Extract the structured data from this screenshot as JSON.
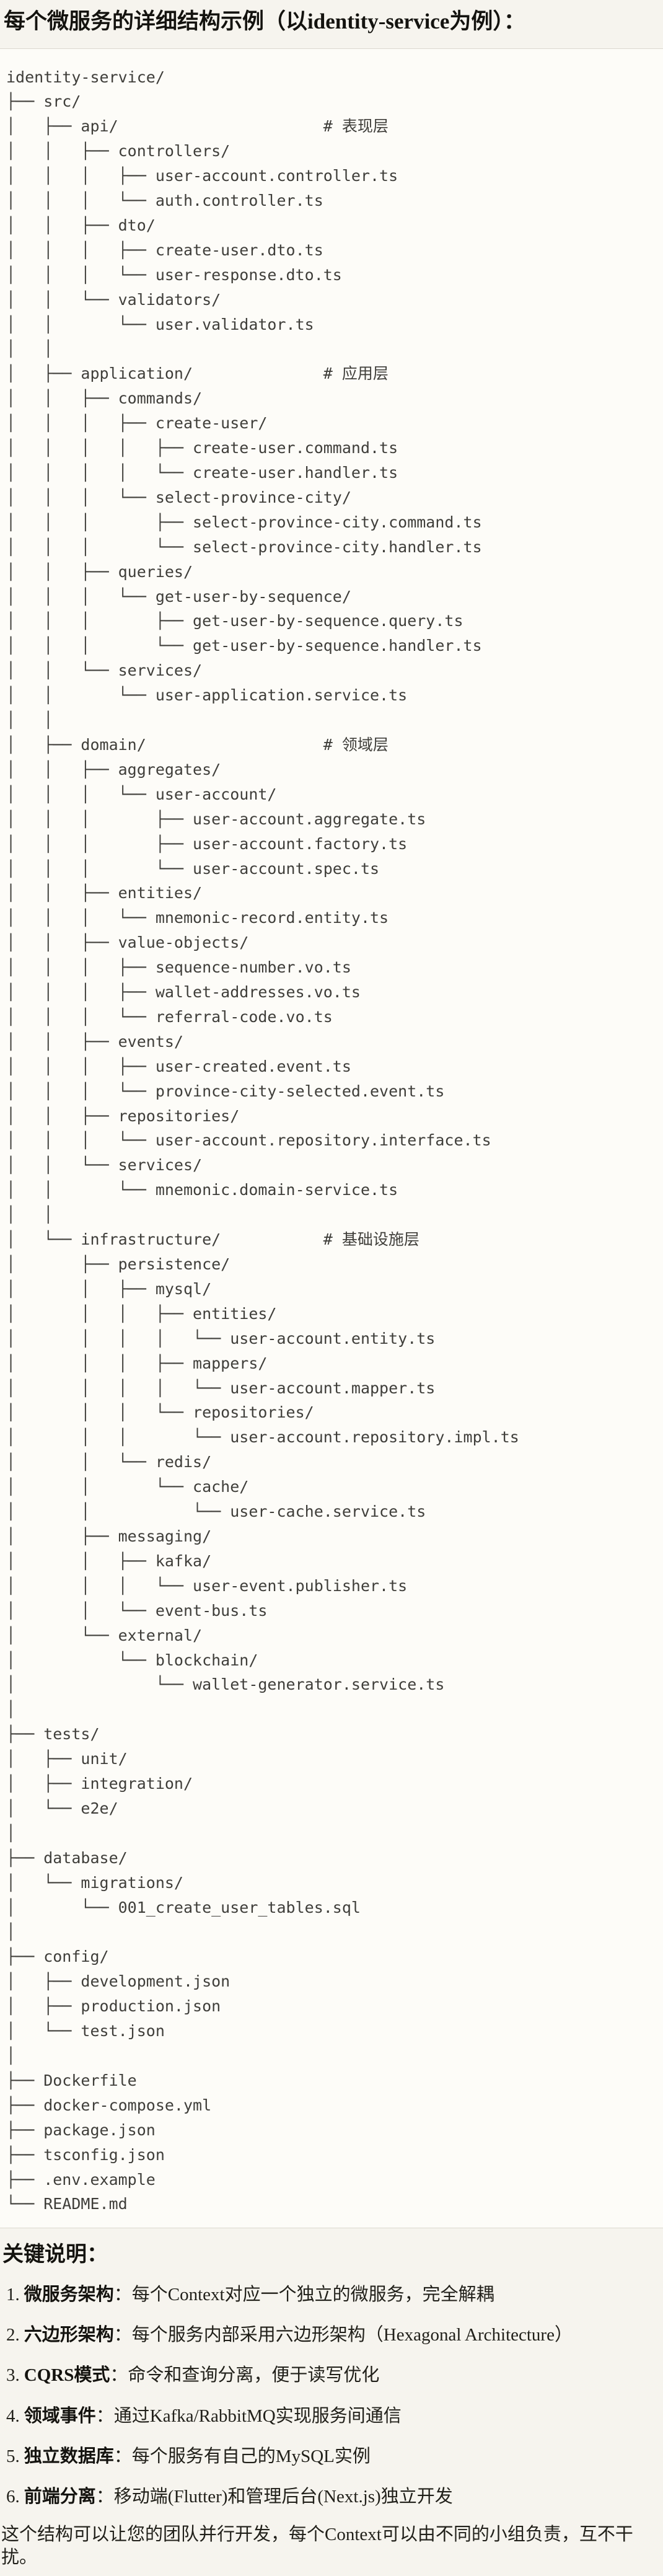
{
  "title": "每个微服务的详细结构示例（以identity-service为例）：",
  "tree_lines": [
    "identity-service/",
    "├── src/",
    "│   ├── api/                      # 表现层",
    "│   │   ├── controllers/",
    "│   │   │   ├── user-account.controller.ts",
    "│   │   │   └── auth.controller.ts",
    "│   │   ├── dto/",
    "│   │   │   ├── create-user.dto.ts",
    "│   │   │   └── user-response.dto.ts",
    "│   │   └── validators/",
    "│   │       └── user.validator.ts",
    "│   │",
    "│   ├── application/              # 应用层",
    "│   │   ├── commands/",
    "│   │   │   ├── create-user/",
    "│   │   │   │   ├── create-user.command.ts",
    "│   │   │   │   └── create-user.handler.ts",
    "│   │   │   └── select-province-city/",
    "│   │   │       ├── select-province-city.command.ts",
    "│   │   │       └── select-province-city.handler.ts",
    "│   │   ├── queries/",
    "│   │   │   └── get-user-by-sequence/",
    "│   │   │       ├── get-user-by-sequence.query.ts",
    "│   │   │       └── get-user-by-sequence.handler.ts",
    "│   │   └── services/",
    "│   │       └── user-application.service.ts",
    "│   │",
    "│   ├── domain/                   # 领域层",
    "│   │   ├── aggregates/",
    "│   │   │   └── user-account/",
    "│   │   │       ├── user-account.aggregate.ts",
    "│   │   │       ├── user-account.factory.ts",
    "│   │   │       └── user-account.spec.ts",
    "│   │   ├── entities/",
    "│   │   │   └── mnemonic-record.entity.ts",
    "│   │   ├── value-objects/",
    "│   │   │   ├── sequence-number.vo.ts",
    "│   │   │   ├── wallet-addresses.vo.ts",
    "│   │   │   └── referral-code.vo.ts",
    "│   │   ├── events/",
    "│   │   │   ├── user-created.event.ts",
    "│   │   │   └── province-city-selected.event.ts",
    "│   │   ├── repositories/",
    "│   │   │   └── user-account.repository.interface.ts",
    "│   │   └── services/",
    "│   │       └── mnemonic.domain-service.ts",
    "│   │",
    "│   └── infrastructure/           # 基础设施层",
    "│       ├── persistence/",
    "│       │   ├── mysql/",
    "│       │   │   ├── entities/",
    "│       │   │   │   └── user-account.entity.ts",
    "│       │   │   ├── mappers/",
    "│       │   │   │   └── user-account.mapper.ts",
    "│       │   │   └── repositories/",
    "│       │   │       └── user-account.repository.impl.ts",
    "│       │   └── redis/",
    "│       │       └── cache/",
    "│       │           └── user-cache.service.ts",
    "│       ├── messaging/",
    "│       │   ├── kafka/",
    "│       │   │   └── user-event.publisher.ts",
    "│       │   └── event-bus.ts",
    "│       └── external/",
    "│           └── blockchain/",
    "│               └── wallet-generator.service.ts",
    "│",
    "├── tests/",
    "│   ├── unit/",
    "│   ├── integration/",
    "│   └── e2e/",
    "│",
    "├── database/",
    "│   └── migrations/",
    "│       └── 001_create_user_tables.sql",
    "│",
    "├── config/",
    "│   ├── development.json",
    "│   ├── production.json",
    "│   └── test.json",
    "│",
    "├── Dockerfile",
    "├── docker-compose.yml",
    "├── package.json",
    "├── tsconfig.json",
    "├── .env.example",
    "└── README.md"
  ],
  "notes": {
    "heading": "关键说明：",
    "items": [
      {
        "num": "1.",
        "term": "微服务架构",
        "sep": "：",
        "desc": "每个Context对应一个独立的微服务，完全解耦"
      },
      {
        "num": "2.",
        "term": "六边形架构",
        "sep": "：",
        "desc": "每个服务内部采用六边形架构（Hexagonal Architecture）"
      },
      {
        "num": "3.",
        "term": "CQRS模式",
        "sep": "：",
        "desc": "命令和查询分离，便于读写优化"
      },
      {
        "num": "4.",
        "term": "领域事件",
        "sep": "：",
        "desc": "通过Kafka/RabbitMQ实现服务间通信"
      },
      {
        "num": "5.",
        "term": "独立数据库",
        "sep": "：",
        "desc": "每个服务有自己的MySQL实例"
      },
      {
        "num": "6.",
        "term": "前端分离",
        "sep": "：",
        "desc": "移动端(Flutter)和管理后台(Next.js)独立开发"
      }
    ],
    "footer": "这个结构可以让您的团队并行开发，每个Context可以由不同的小组负责，互不干扰。"
  },
  "colors": {
    "page_background": "#f6f4ee",
    "code_background": "#fdfcf8",
    "divider": "#dbd8cf",
    "tree_text": "#3f3e3a",
    "heading_text": "#14130f"
  }
}
